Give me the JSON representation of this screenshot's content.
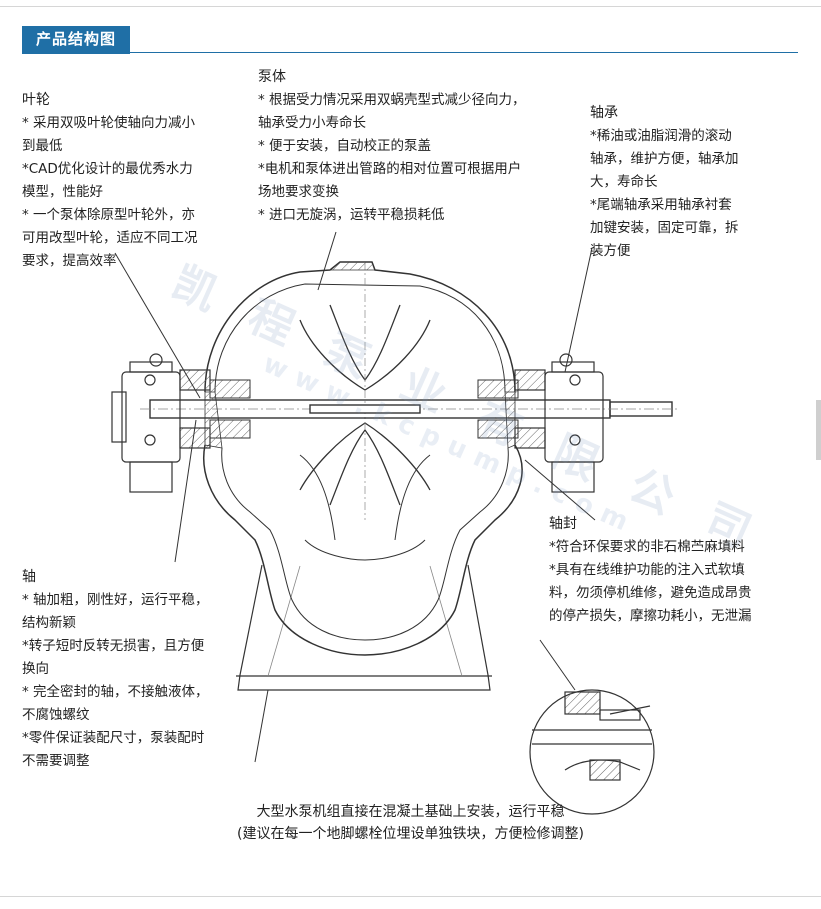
{
  "section_title": "产品结构图",
  "impeller": {
    "heading": "叶轮",
    "lines": [
      "* 采用双吸叶轮使轴向力减小",
      "到最低",
      "*CAD优化设计的最优秀水力",
      "模型，性能好",
      "* 一个泵体除原型叶轮外，亦",
      "可用改型叶轮，适应不同工况",
      "要求，提高效率"
    ]
  },
  "pump_body": {
    "heading": "泵体",
    "lines": [
      "* 根据受力情况采用双蜗壳型式减少径向力，",
      "轴承受力小寿命长",
      "* 便于安装，自动校正的泵盖",
      "*电机和泵体进出管路的相对位置可根据用户",
      "场地要求变换",
      "* 进口无旋涡，运转平稳损耗低"
    ]
  },
  "bearing": {
    "heading": "轴承",
    "lines": [
      "*稀油或油脂润滑的滚动",
      "轴承，维护方便，轴承加",
      "大，寿命长",
      "*尾端轴承采用轴承衬套",
      "加键安装，固定可靠，拆",
      "装方便"
    ]
  },
  "seal": {
    "heading": "轴封",
    "lines": [
      "*符合环保要求的非石棉苎麻填料",
      "*具有在线维护功能的注入式软填",
      "料，勿须停机维修，避免造成昂贵",
      "的停产损失，摩擦功耗小，无泄漏"
    ]
  },
  "shaft": {
    "heading": "轴",
    "lines": [
      "* 轴加粗，刚性好，运行平稳，",
      "结构新颖",
      "*转子短时反转无损害，且方便",
      "换向",
      "* 完全密封的轴，不接触液体，",
      "不腐蚀螺纹",
      "*零件保证装配尺寸，泵装配时",
      "不需要调整"
    ]
  },
  "caption": {
    "line1": "大型水泵机组直接在混凝土基础上安装，运行平稳",
    "line2": "(建议在每一个地脚螺栓位埋设单独铁块，方便检修调整)"
  },
  "watermark": {
    "main": "凯 程 泵 业 有 限 公 司",
    "sub": "www.kcpump.com"
  },
  "colors": {
    "accent": "#1f6fa6",
    "line": "#333333",
    "hatch": "#555555"
  }
}
